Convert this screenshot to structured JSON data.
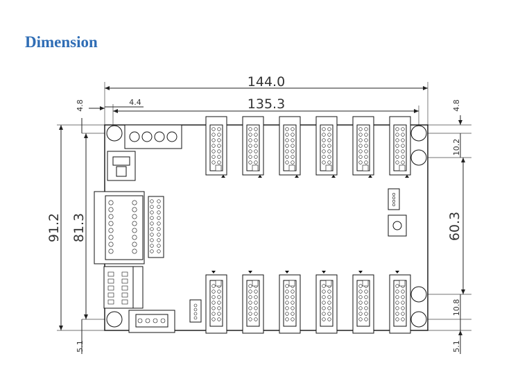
{
  "title": "Dimension",
  "dimensions": {
    "overall_width": "144.0",
    "connector_span": "135.3",
    "left_connector_offset": "4.4",
    "top_left_margin": "4.8",
    "top_right_margin": "4.8",
    "total_height": "91.2",
    "inner_height": "81.3",
    "right_hole_spacing": "60.3",
    "upper_right_hole": "10.2",
    "lower_right_hole": "10.8",
    "bottom_left_margin": "5.1",
    "bottom_right_margin": "5.1"
  }
}
